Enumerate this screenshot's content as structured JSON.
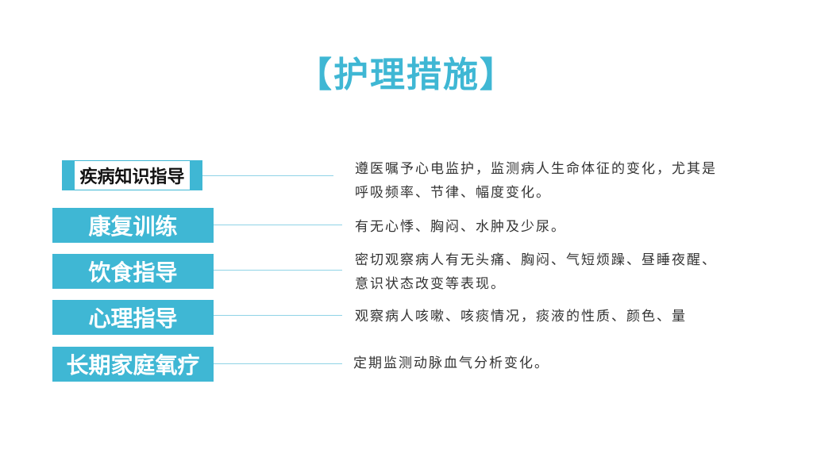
{
  "title": "【护理措施】",
  "items": [
    {
      "label": "疾病知识指导",
      "description": "遵医嘱予心电监护，监测病人生命体征的变化，尤其是呼吸频率、节律、幅度变化。"
    },
    {
      "label": "康复训练",
      "description": "有无心悸、胸闷、水肿及少尿。"
    },
    {
      "label": "饮食指导",
      "description": "密切观察病人有无头痛、胸闷、气短烦躁、昼睡夜醒、意识状态改变等表现。"
    },
    {
      "label": "心理指导",
      "description": "观察病人咳嗽、咳痰情况，痰液的性质、颜色、量"
    },
    {
      "label": "长期家庭氧疗",
      "description": "定期监测动脉血气分析变化。"
    }
  ],
  "colors": {
    "accent": "#3fb7d4",
    "connector": "#8fd3e6"
  }
}
